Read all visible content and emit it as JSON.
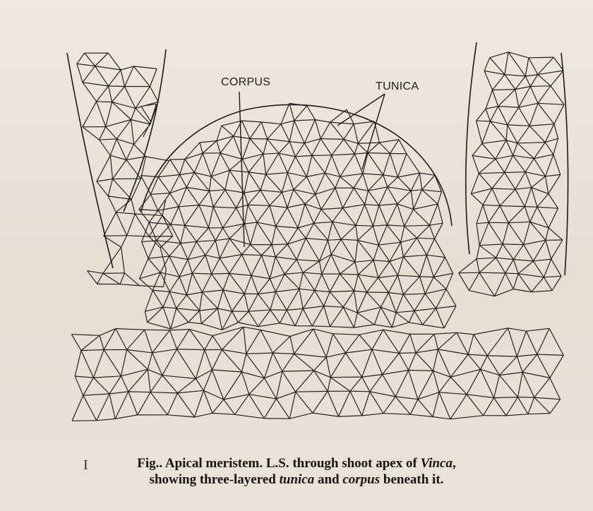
{
  "figure": {
    "labels": {
      "corpus": "CORPUS",
      "tunica": "TUNICA"
    }
  },
  "caption": {
    "mark": "I",
    "fig": "Fig..",
    "line1_a": "Apical meristem.  L.S. through shoot apex of ",
    "line1_b": "Vinca",
    "line1_c": ",",
    "line2_a": "showing three-layered ",
    "line2_b": "tunica",
    "line2_c": " and ",
    "line2_d": "corpus",
    "line2_e": " beneath it."
  },
  "colors": {
    "paper": "#ebe3d8",
    "ink": "#1d1d1d"
  }
}
